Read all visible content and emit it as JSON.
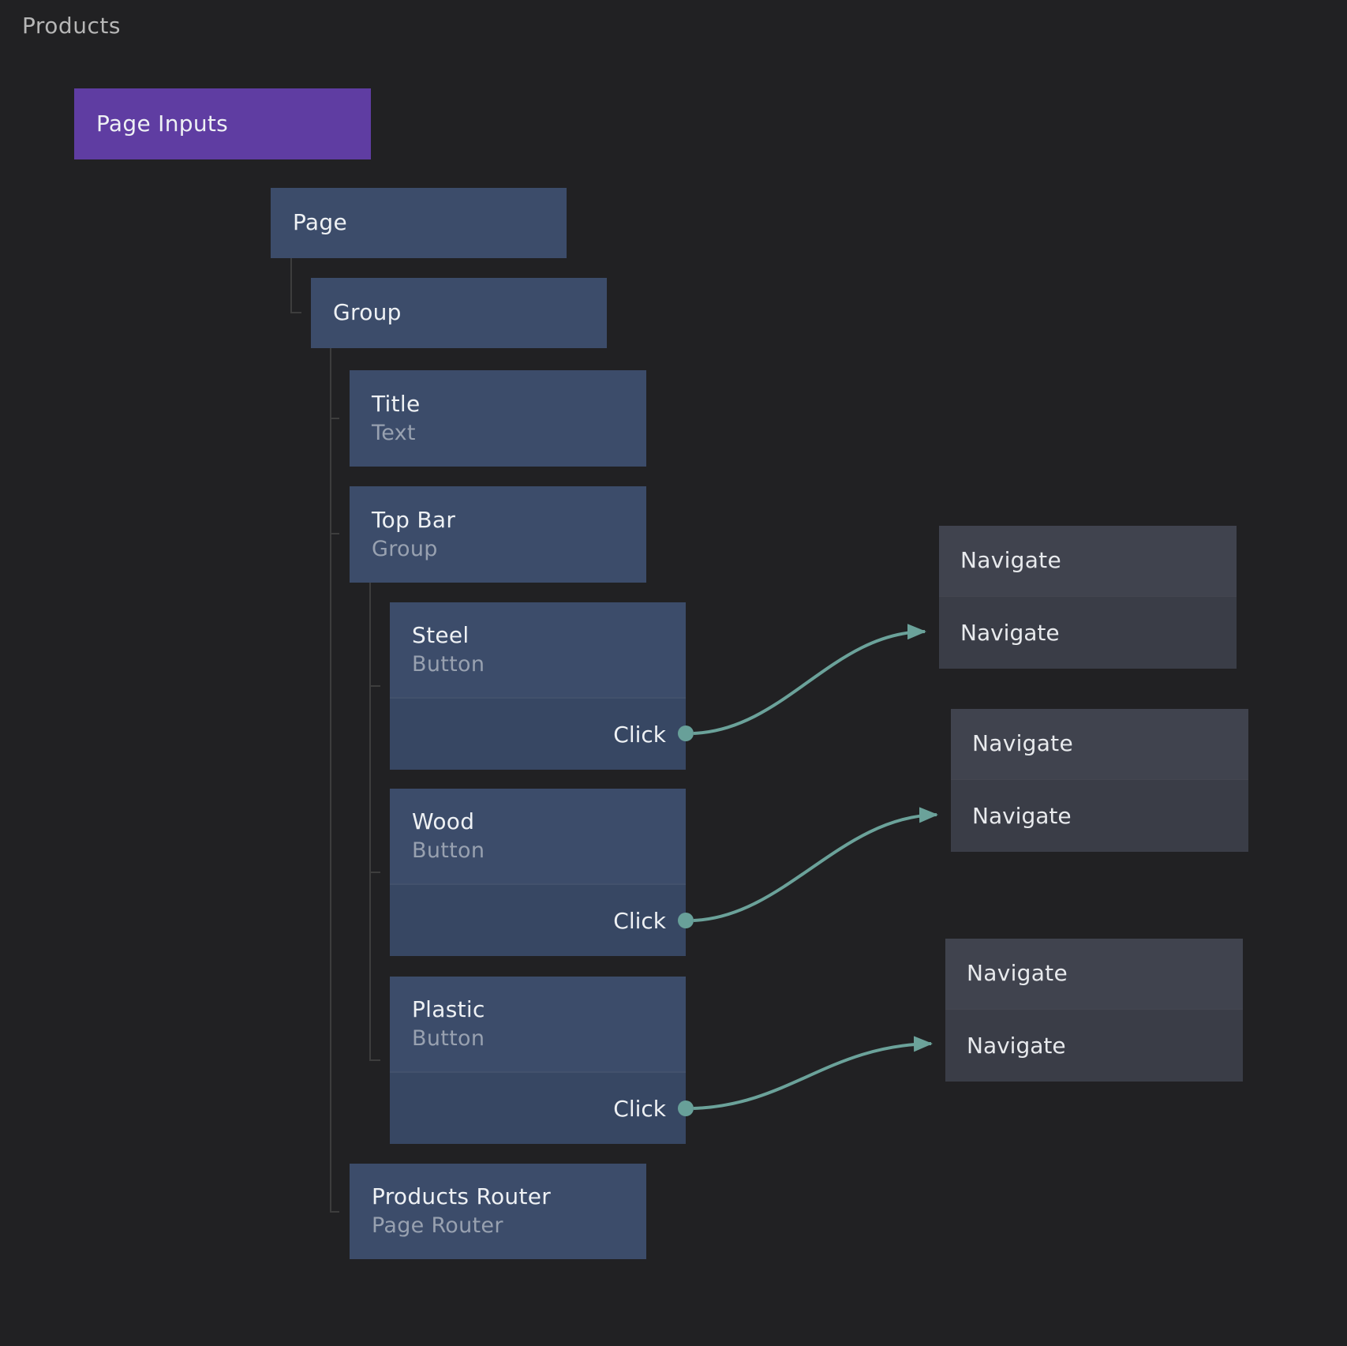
{
  "canvas": {
    "title": "Products"
  },
  "palette": {
    "background": "#212123",
    "node_blue": "#3c4c6a",
    "node_blue_event_section": "#374763",
    "node_purple": "#5f3da2",
    "action_header": "#40434e",
    "action_body": "#3a3d47",
    "edge_teal": "#6ba29a",
    "tree_line": "#3d3d3d",
    "title_text": "#eef1f4",
    "subtitle_text": "#98a1b0"
  },
  "nodes": {
    "page_inputs": {
      "label": "Page Inputs"
    },
    "page": {
      "label": "Page"
    },
    "group": {
      "label": "Group"
    },
    "title": {
      "label": "Title",
      "type": "Text"
    },
    "top_bar": {
      "label": "Top Bar",
      "type": "Group"
    },
    "steel": {
      "label": "Steel",
      "type": "Button",
      "event": "Click"
    },
    "wood": {
      "label": "Wood",
      "type": "Button",
      "event": "Click"
    },
    "plastic": {
      "label": "Plastic",
      "type": "Button",
      "event": "Click"
    },
    "products_router": {
      "label": "Products Router",
      "type": "Page Router"
    },
    "navigate_1": {
      "label": "Navigate",
      "action": "Navigate"
    },
    "navigate_2": {
      "label": "Navigate",
      "action": "Navigate"
    },
    "navigate_3": {
      "label": "Navigate",
      "action": "Navigate"
    }
  }
}
